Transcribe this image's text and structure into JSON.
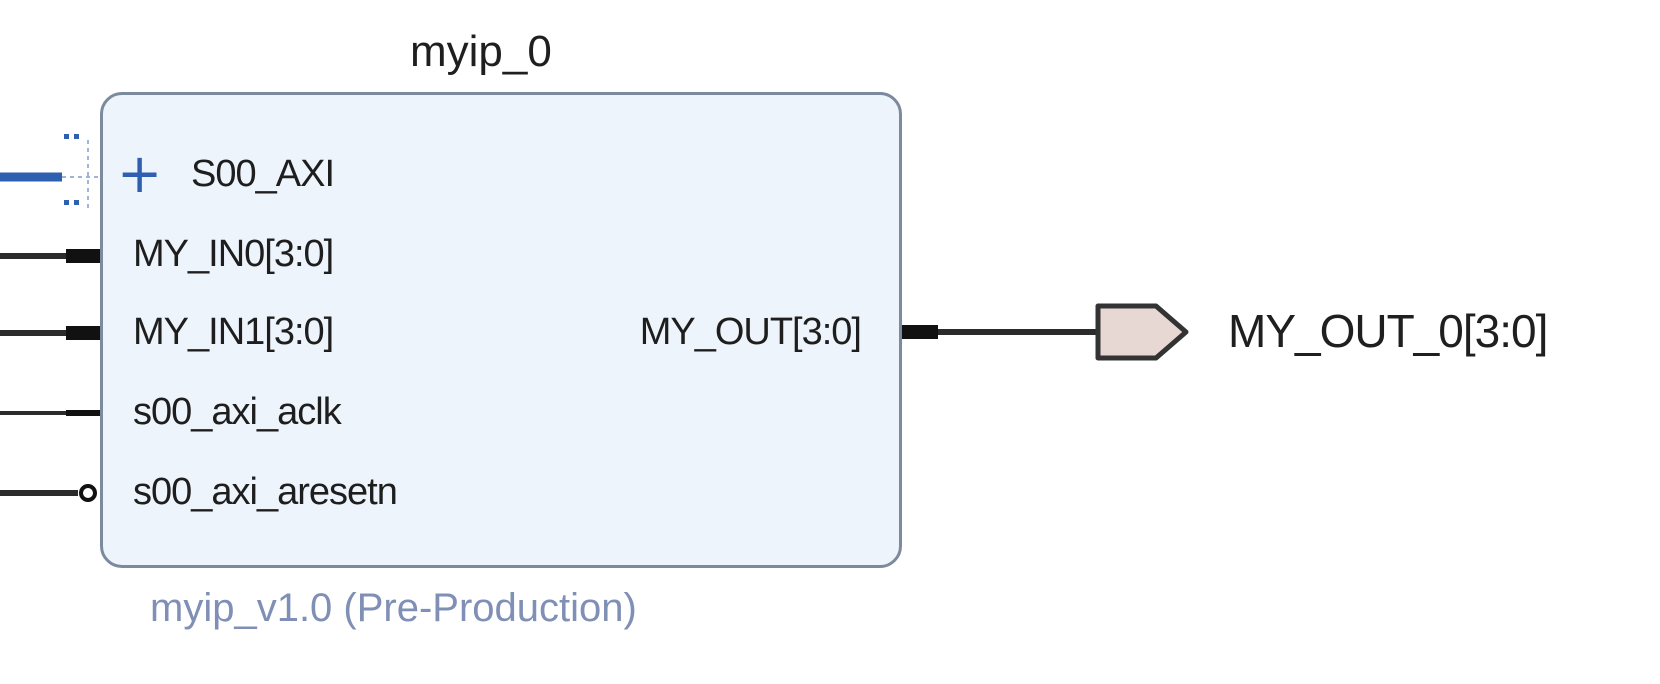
{
  "diagram": {
    "instance_name": "myip_0",
    "ip_vlnv": "myip_v1.0 (Pre-Production)",
    "interface_ports": [
      {
        "name": "S00_AXI",
        "expand_icon": "plus-icon"
      }
    ],
    "input_ports": [
      {
        "name": "MY_IN0[3:0]",
        "type": "bus"
      },
      {
        "name": "MY_IN1[3:0]",
        "type": "bus"
      },
      {
        "name": "s00_axi_aclk",
        "type": "clock"
      },
      {
        "name": "s00_axi_aresetn",
        "type": "reset-active-low"
      }
    ],
    "output_ports": [
      {
        "name": "MY_OUT[3:0]",
        "type": "bus"
      }
    ],
    "external_ports": [
      {
        "name": "MY_OUT_0[3:0]",
        "direction": "output",
        "icon": "output-port-icon"
      }
    ],
    "colors": {
      "block_fill": "#eef4fb",
      "block_border": "#7d8a9e",
      "interface_wire": "#2f5fb0",
      "wire": "#2b2b2b",
      "vlnv_text": "#7f8fb5",
      "port_fill": "#e8d8d4"
    }
  }
}
